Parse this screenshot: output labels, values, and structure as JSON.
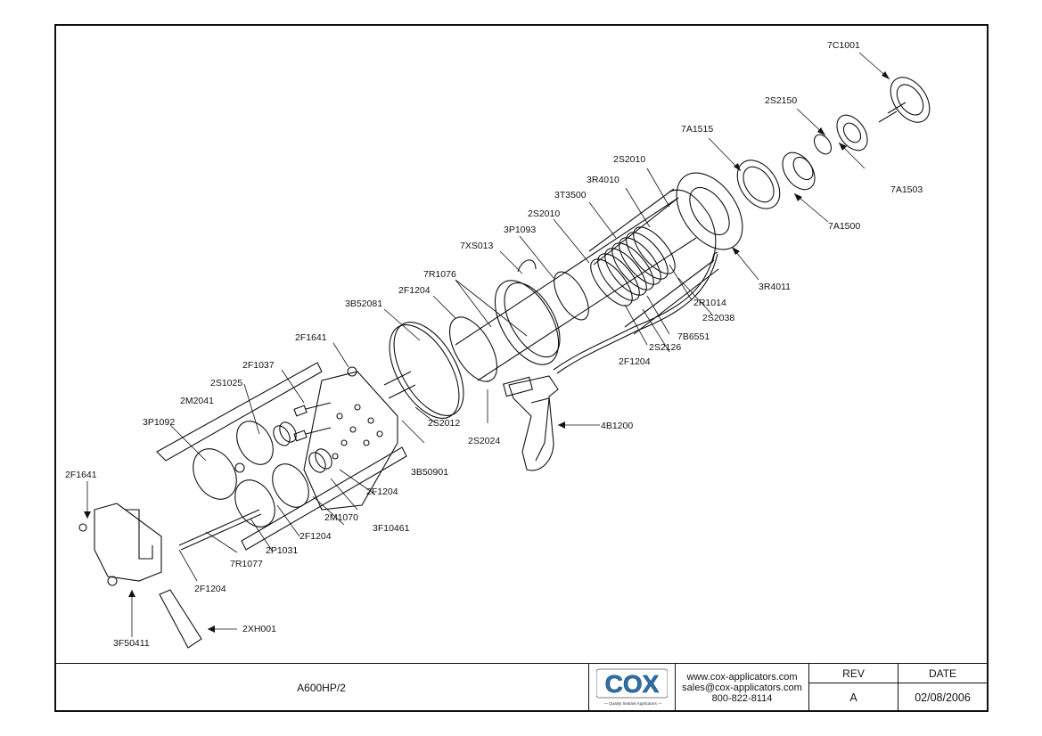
{
  "parts": {
    "p01": "7C1001",
    "p02": "2S2150",
    "p03": "7A1515",
    "p04": "7A1503",
    "p05": "2S2010",
    "p06": "3R4010",
    "p07": "3T3500",
    "p08": "7A1500",
    "p09": "2S2010",
    "p10": "3P1093",
    "p11": "7XS013",
    "p12": "3R4011",
    "p13": "7R1076",
    "p14": "2R1014",
    "p15": "2F1204",
    "p16": "2S2038",
    "p17": "3B52081",
    "p18": "7B6551",
    "p19": "2F1641",
    "p20": "2S2126",
    "p21": "2F1204",
    "p22": "2F1037",
    "p23": "2S1025",
    "p24": "2S2012",
    "p25": "2S2024",
    "p26": "4B1200",
    "p27": "2M2041",
    "p28": "3P1092",
    "p29": "3B50901",
    "p30": "2F1204",
    "p31": "2F1641",
    "p32": "2M1070",
    "p33": "3F10461",
    "p34": "2F1204",
    "p35": "2P1031",
    "p36": "7R1077",
    "p37": "2F1204",
    "p38": "2XH001",
    "p39": "3F50411"
  },
  "title_block": {
    "drawing_number": "A600HP/2",
    "logo_text": "COX",
    "logo_tagline": "— Quality Sealant Applicators —",
    "website": "www.cox-applicators.com",
    "email": "sales@cox-applicators.com",
    "phone": "800-822-8114",
    "rev_header": "REV",
    "rev_value": "A",
    "date_header": "DATE",
    "date_value": "02/08/2006"
  },
  "colors": {
    "ink": "#111111",
    "logo_blue": "#2f6fa8",
    "logo_border": "#555555"
  }
}
